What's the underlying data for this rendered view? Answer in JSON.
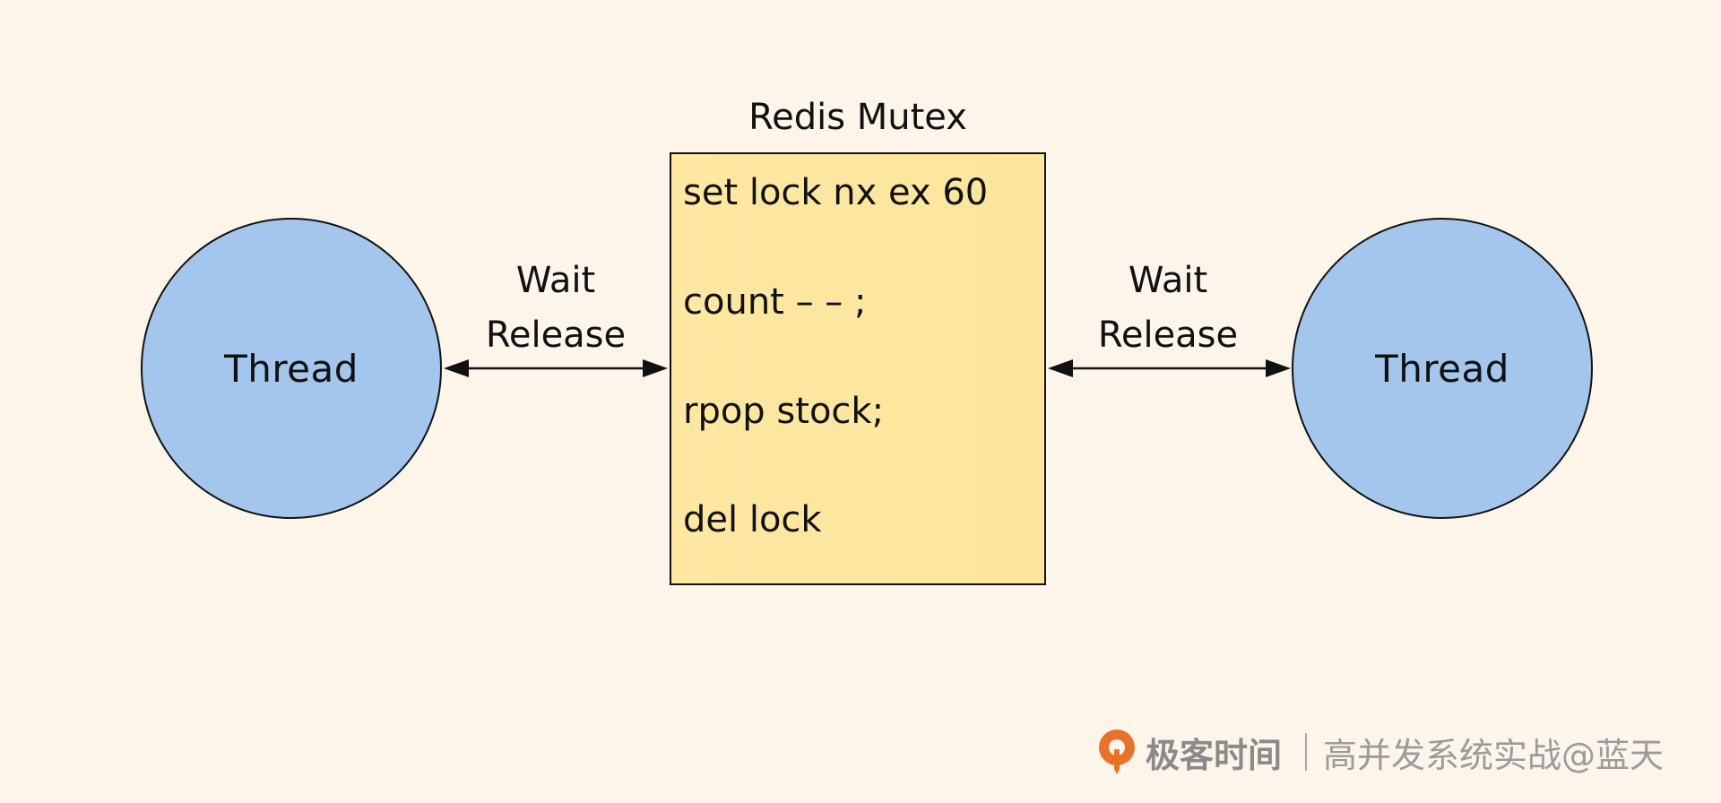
{
  "diagram": {
    "mutex_title": "Redis Mutex",
    "mutex_lines": [
      "set lock nx ex 60",
      "count – – ;",
      "rpop stock;",
      "del lock"
    ],
    "left_thread": "Thread",
    "right_thread": "Thread",
    "left_edge": {
      "line1": "Wait",
      "line2": "Release"
    },
    "right_edge": {
      "line1": "Wait",
      "line2": "Release"
    }
  },
  "watermark": {
    "brand": "极客时间",
    "course": "高并发系统实战@蓝天"
  },
  "colors": {
    "background": "#fdf5ea",
    "thread_fill": "#a4c6ec",
    "mutex_fill": "#fde59c",
    "stroke": "#111111",
    "logo_orange": "#e8722a",
    "watermark_text": "#9b9b9b"
  },
  "icons": {
    "logo": "geektime-logo-icon"
  }
}
